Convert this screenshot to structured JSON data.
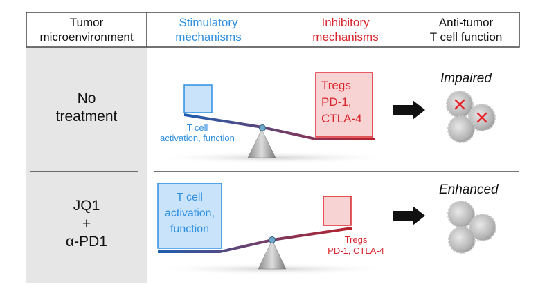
{
  "header": {
    "tumor_micro": "Tumor\nmicroenvironment",
    "stimulatory": "Stimulatory\nmechanisms",
    "inhibitory": "Inhibitory\nmechanisms",
    "antitumor": "Anti-tumor\nT cell function"
  },
  "rows": [
    {
      "label": "No\ntreatment",
      "stim_label": "T cell\nactivation, function",
      "inhib_box": "Tregs\nPD-1,\nCTLA-4",
      "outcome": "Impaired"
    },
    {
      "label": "JQ1\n+\nα-PD1",
      "stim_box": "T cell\nactivation,\nfunction",
      "inhib_label": "Tregs\nPD-1, CTLA-4",
      "outcome": "Enhanced"
    }
  ],
  "colors": {
    "stimulatory": "#2f8fe0",
    "inhibitory": "#d9262e",
    "panel": "#e6e6e6"
  }
}
